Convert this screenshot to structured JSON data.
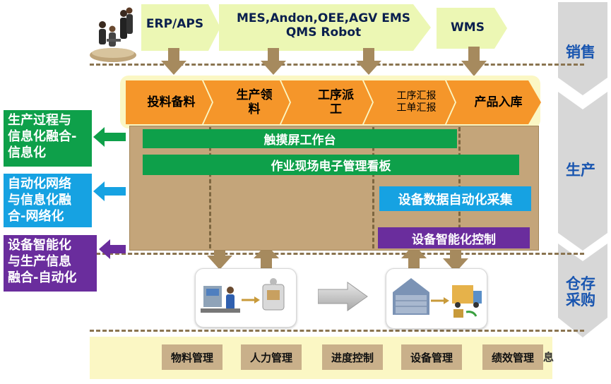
{
  "stages": {
    "sales": "销售",
    "production": "生产",
    "warehouse_line1": "仓存",
    "warehouse_line2": "采购"
  },
  "systems": {
    "erp": "ERP/APS",
    "mes_line1": "MES,Andon,OEE,AGV EMS",
    "mes_line2": "QMS Robot",
    "wms": "WMS"
  },
  "process_steps": [
    {
      "line1": "投料备料",
      "line2": ""
    },
    {
      "line1": "生产领",
      "line2": "料"
    },
    {
      "line1": "工序派",
      "line2": "工"
    },
    {
      "line1": "工序汇报",
      "line2": "工单汇报"
    },
    {
      "line1": "产品入库",
      "line2": ""
    }
  ],
  "functions": {
    "touchscreen": "触摸屏工作台",
    "kanban": "作业现场电子管理看板",
    "data_collection": "设备数据自动化采集",
    "device_control": "设备智能化控制"
  },
  "integration": {
    "informatization": [
      "生产过程与",
      "信息化融合-",
      "信息化"
    ],
    "networking": [
      "自动化网络",
      "与信息化融",
      "合-网络化"
    ],
    "automation": [
      "设备智能化",
      "与生产信息",
      "融合-自动化"
    ]
  },
  "management": [
    "物料管理",
    "人力管理",
    "进度控制",
    "设备管理",
    "绩效管理"
  ],
  "management_tail": "息",
  "colors": {
    "chevron_gray": "#d7d7d7",
    "step_orange": "#f5962a",
    "panel_brown": "#c4a57a",
    "arrow_brown": "#a68a5e",
    "green": "#0ea04a",
    "blue": "#16a2e2",
    "purple": "#6a2d9d",
    "stage_text": "#1a56b0"
  }
}
